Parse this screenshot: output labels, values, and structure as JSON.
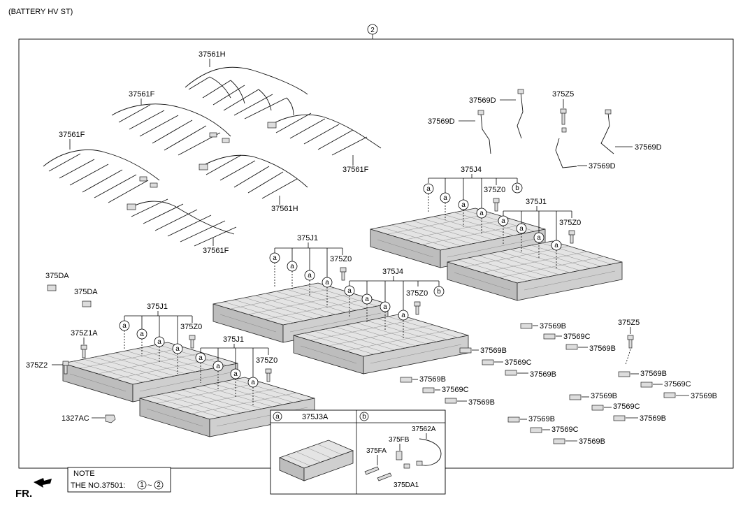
{
  "header": {
    "title": "(BATTERY HV ST)",
    "assembly_ref": "2"
  },
  "harness_labels": {
    "h1": "37561H",
    "h2": "37561F",
    "h3": "37561F",
    "h4": "37561F",
    "h5": "37561H",
    "h6": "37561F"
  },
  "cable_labels": {
    "d1": "37569D",
    "d2": "37569D",
    "z5_top": "375Z5",
    "d3": "37569D",
    "d4": "37569D"
  },
  "module_labels": {
    "j4_right": "375J4",
    "z0_right": "375Z0",
    "j1_right": "375J1",
    "z0_right2": "375Z0",
    "j1_mid": "375J1",
    "z0_mid": "375Z0",
    "j4_mid": "375J4",
    "z0_mid2": "375Z0",
    "j1_left": "375J1",
    "z0_left": "375Z0",
    "j1_left2": "375J1",
    "z0_left2": "375Z0",
    "z1a": "375Z1A",
    "z2": "375Z2",
    "da1": "375DA",
    "da2": "375DA",
    "ac": "1327AC",
    "z5_right": "375Z5"
  },
  "bracket_labels": [
    {
      "id": "b1",
      "text": "37569B"
    },
    {
      "id": "c1",
      "text": "37569C"
    },
    {
      "id": "b2",
      "text": "37569B"
    },
    {
      "id": "b3",
      "text": "37569B"
    },
    {
      "id": "c2",
      "text": "37569C"
    },
    {
      "id": "b4",
      "text": "37569B"
    },
    {
      "id": "b5",
      "text": "37569B"
    },
    {
      "id": "c3",
      "text": "37569C"
    },
    {
      "id": "b6",
      "text": "37569B"
    },
    {
      "id": "b7",
      "text": "37569B"
    },
    {
      "id": "c4",
      "text": "37569C"
    },
    {
      "id": "b8",
      "text": "37569B"
    },
    {
      "id": "b9",
      "text": "37569B"
    },
    {
      "id": "c5",
      "text": "37569C"
    },
    {
      "id": "b10",
      "text": "37569B"
    },
    {
      "id": "b11",
      "text": "37569B"
    },
    {
      "id": "c6",
      "text": "37569C"
    },
    {
      "id": "b12",
      "text": "37569B"
    }
  ],
  "callouts": {
    "a": "a",
    "b": "b"
  },
  "detail_box": {
    "a_title": "375J3A",
    "b_parts": {
      "p1": "37562A",
      "p2": "375FB",
      "p3": "375FA",
      "p4": "375DA1"
    }
  },
  "note": {
    "title": "NOTE",
    "text": "THE NO.37501:",
    "range_from": "1",
    "range_sep": "~",
    "range_to": "2"
  },
  "footer": {
    "front_label": "FR."
  }
}
